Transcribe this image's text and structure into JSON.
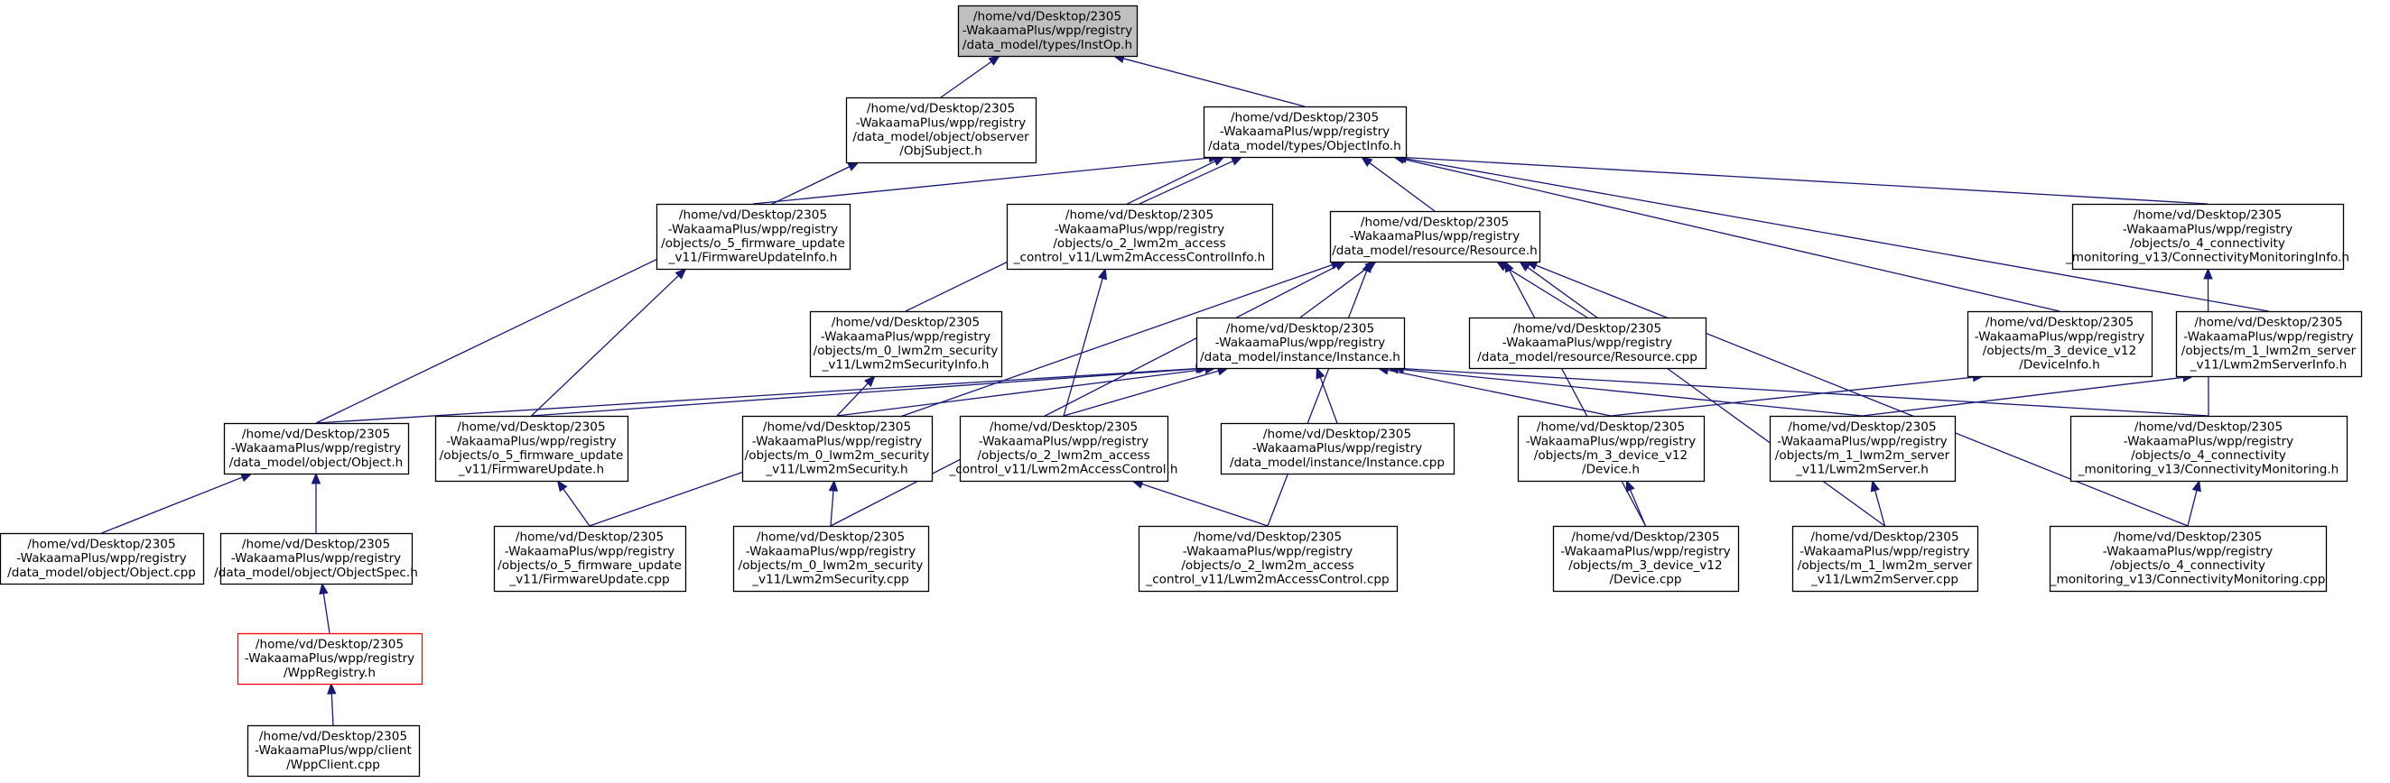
{
  "diagram": {
    "background": "#ffffff",
    "edge_color": "#191970",
    "highlight_fill": "#bfbfbf",
    "nodes": [
      {
        "id": "n1",
        "lines": [
          "/home/vd/Desktop/2305",
          "-WakaamaPlus/wpp/registry",
          "/data_model/types/InstOp.h"
        ],
        "style": "highlight"
      },
      {
        "id": "n2",
        "lines": [
          "/home/vd/Desktop/2305",
          "-WakaamaPlus/wpp/registry",
          "/data_model/object/observer",
          "/ObjSubject.h"
        ],
        "style": "normal"
      },
      {
        "id": "n3",
        "lines": [
          "/home/vd/Desktop/2305",
          "-WakaamaPlus/wpp/registry",
          "/data_model/types/ObjectInfo.h"
        ],
        "style": "normal"
      },
      {
        "id": "n4",
        "lines": [
          "/home/vd/Desktop/2305",
          "-WakaamaPlus/wpp/registry",
          "/objects/o_5_firmware_update",
          "_v11/FirmwareUpdateInfo.h"
        ],
        "style": "normal"
      },
      {
        "id": "n5",
        "lines": [
          "/home/vd/Desktop/2305",
          "-WakaamaPlus/wpp/registry",
          "/objects/o_2_lwm2m_access",
          "_control_v11/Lwm2mAccessControlInfo.h"
        ],
        "style": "normal"
      },
      {
        "id": "n6",
        "lines": [
          "/home/vd/Desktop/2305",
          "-WakaamaPlus/wpp/registry",
          "/data_model/resource/Resource.h"
        ],
        "style": "normal"
      },
      {
        "id": "n7",
        "lines": [
          "/home/vd/Desktop/2305",
          "-WakaamaPlus/wpp/registry",
          "/objects/o_4_connectivity",
          "_monitoring_v13/ConnectivityMonitoringInfo.h"
        ],
        "style": "normal"
      },
      {
        "id": "n8",
        "lines": [
          "/home/vd/Desktop/2305",
          "-WakaamaPlus/wpp/registry",
          "/objects/m_0_lwm2m_security",
          "_v11/Lwm2mSecurityInfo.h"
        ],
        "style": "normal"
      },
      {
        "id": "n9",
        "lines": [
          "/home/vd/Desktop/2305",
          "-WakaamaPlus/wpp/registry",
          "/data_model/instance/Instance.h"
        ],
        "style": "normal"
      },
      {
        "id": "n10",
        "lines": [
          "/home/vd/Desktop/2305",
          "-WakaamaPlus/wpp/registry",
          "/data_model/resource/Resource.cpp"
        ],
        "style": "normal"
      },
      {
        "id": "n11",
        "lines": [
          "/home/vd/Desktop/2305",
          "-WakaamaPlus/wpp/registry",
          "/objects/m_3_device_v12",
          "/DeviceInfo.h"
        ],
        "style": "normal"
      },
      {
        "id": "n12",
        "lines": [
          "/home/vd/Desktop/2305",
          "-WakaamaPlus/wpp/registry",
          "/objects/m_1_lwm2m_server",
          "_v11/Lwm2mServerInfo.h"
        ],
        "style": "normal"
      },
      {
        "id": "n13",
        "lines": [
          "/home/vd/Desktop/2305",
          "-WakaamaPlus/wpp/registry",
          "/data_model/object/Object.h"
        ],
        "style": "normal"
      },
      {
        "id": "n14",
        "lines": [
          "/home/vd/Desktop/2305",
          "-WakaamaPlus/wpp/registry",
          "/objects/o_5_firmware_update",
          "_v11/FirmwareUpdate.h"
        ],
        "style": "normal"
      },
      {
        "id": "n15",
        "lines": [
          "/home/vd/Desktop/2305",
          "-WakaamaPlus/wpp/registry",
          "/objects/m_0_lwm2m_security",
          "_v11/Lwm2mSecurity.h"
        ],
        "style": "normal"
      },
      {
        "id": "n16",
        "lines": [
          "/home/vd/Desktop/2305",
          "-WakaamaPlus/wpp/registry",
          "/objects/o_2_lwm2m_access",
          "_control_v11/Lwm2mAccessControl.h"
        ],
        "style": "normal"
      },
      {
        "id": "n17",
        "lines": [
          "/home/vd/Desktop/2305",
          "-WakaamaPlus/wpp/registry",
          "/data_model/instance/Instance.cpp"
        ],
        "style": "normal"
      },
      {
        "id": "n18",
        "lines": [
          "/home/vd/Desktop/2305",
          "-WakaamaPlus/wpp/registry",
          "/objects/m_3_device_v12",
          "/Device.h"
        ],
        "style": "normal"
      },
      {
        "id": "n19",
        "lines": [
          "/home/vd/Desktop/2305",
          "-WakaamaPlus/wpp/registry",
          "/objects/m_1_lwm2m_server",
          "_v11/Lwm2mServer.h"
        ],
        "style": "normal"
      },
      {
        "id": "n20",
        "lines": [
          "/home/vd/Desktop/2305",
          "-WakaamaPlus/wpp/registry",
          "/objects/o_4_connectivity",
          "_monitoring_v13/ConnectivityMonitoring.h"
        ],
        "style": "normal"
      },
      {
        "id": "n21",
        "lines": [
          "/home/vd/Desktop/2305",
          "-WakaamaPlus/wpp/registry",
          "/data_model/object/Object.cpp"
        ],
        "style": "normal"
      },
      {
        "id": "n22",
        "lines": [
          "/home/vd/Desktop/2305",
          "-WakaamaPlus/wpp/registry",
          "/data_model/object/ObjectSpec.h"
        ],
        "style": "normal"
      },
      {
        "id": "n23",
        "lines": [
          "/home/vd/Desktop/2305",
          "-WakaamaPlus/wpp/registry",
          "/objects/o_5_firmware_update",
          "_v11/FirmwareUpdate.cpp"
        ],
        "style": "normal"
      },
      {
        "id": "n24",
        "lines": [
          "/home/vd/Desktop/2305",
          "-WakaamaPlus/wpp/registry",
          "/objects/m_0_lwm2m_security",
          "_v11/Lwm2mSecurity.cpp"
        ],
        "style": "normal"
      },
      {
        "id": "n25",
        "lines": [
          "/home/vd/Desktop/2305",
          "-WakaamaPlus/wpp/registry",
          "/objects/o_2_lwm2m_access",
          "_control_v11/Lwm2mAccessControl.cpp"
        ],
        "style": "normal"
      },
      {
        "id": "n26",
        "lines": [
          "/home/vd/Desktop/2305",
          "-WakaamaPlus/wpp/registry",
          "/objects/m_3_device_v12",
          "/Device.cpp"
        ],
        "style": "normal"
      },
      {
        "id": "n27",
        "lines": [
          "/home/vd/Desktop/2305",
          "-WakaamaPlus/wpp/registry",
          "/objects/m_1_lwm2m_server",
          "_v11/Lwm2mServer.cpp"
        ],
        "style": "normal"
      },
      {
        "id": "n28",
        "lines": [
          "/home/vd/Desktop/2305",
          "-WakaamaPlus/wpp/registry",
          "/objects/o_4_connectivity",
          "_monitoring_v13/ConnectivityMonitoring.cpp"
        ],
        "style": "normal"
      },
      {
        "id": "n29",
        "lines": [
          "/home/vd/Desktop/2305",
          "-WakaamaPlus/wpp/registry",
          "/WppRegistry.h"
        ],
        "style": "red"
      },
      {
        "id": "n30",
        "lines": [
          "/home/vd/Desktop/2305",
          "-WakaamaPlus/wpp/client",
          "/WppClient.cpp"
        ],
        "style": "normal"
      }
    ],
    "edges": [
      {
        "from": "n2",
        "to": "n1"
      },
      {
        "from": "n3",
        "to": "n1"
      },
      {
        "from": "n13",
        "to": "n2"
      },
      {
        "from": "n4",
        "to": "n3"
      },
      {
        "from": "n5",
        "to": "n3"
      },
      {
        "from": "n6",
        "to": "n3"
      },
      {
        "from": "n7",
        "to": "n3"
      },
      {
        "from": "n8",
        "to": "n3"
      },
      {
        "from": "n11",
        "to": "n3"
      },
      {
        "from": "n12",
        "to": "n3"
      },
      {
        "from": "n9",
        "to": "n6"
      },
      {
        "from": "n10",
        "to": "n6"
      },
      {
        "from": "n23",
        "to": "n6"
      },
      {
        "from": "n24",
        "to": "n6"
      },
      {
        "from": "n25",
        "to": "n6"
      },
      {
        "from": "n26",
        "to": "n6"
      },
      {
        "from": "n27",
        "to": "n6"
      },
      {
        "from": "n28",
        "to": "n6"
      },
      {
        "from": "n13",
        "to": "n9"
      },
      {
        "from": "n14",
        "to": "n9"
      },
      {
        "from": "n15",
        "to": "n9"
      },
      {
        "from": "n16",
        "to": "n9"
      },
      {
        "from": "n17",
        "to": "n9"
      },
      {
        "from": "n18",
        "to": "n9"
      },
      {
        "from": "n19",
        "to": "n9"
      },
      {
        "from": "n20",
        "to": "n9"
      },
      {
        "from": "n14",
        "to": "n4"
      },
      {
        "from": "n16",
        "to": "n5"
      },
      {
        "from": "n15",
        "to": "n8"
      },
      {
        "from": "n18",
        "to": "n11"
      },
      {
        "from": "n19",
        "to": "n12"
      },
      {
        "from": "n20",
        "to": "n7"
      },
      {
        "from": "n21",
        "to": "n13"
      },
      {
        "from": "n22",
        "to": "n13"
      },
      {
        "from": "n23",
        "to": "n14"
      },
      {
        "from": "n24",
        "to": "n15"
      },
      {
        "from": "n25",
        "to": "n16"
      },
      {
        "from": "n26",
        "to": "n18"
      },
      {
        "from": "n27",
        "to": "n19"
      },
      {
        "from": "n28",
        "to": "n20"
      },
      {
        "from": "n29",
        "to": "n22"
      },
      {
        "from": "n30",
        "to": "n29"
      }
    ]
  }
}
